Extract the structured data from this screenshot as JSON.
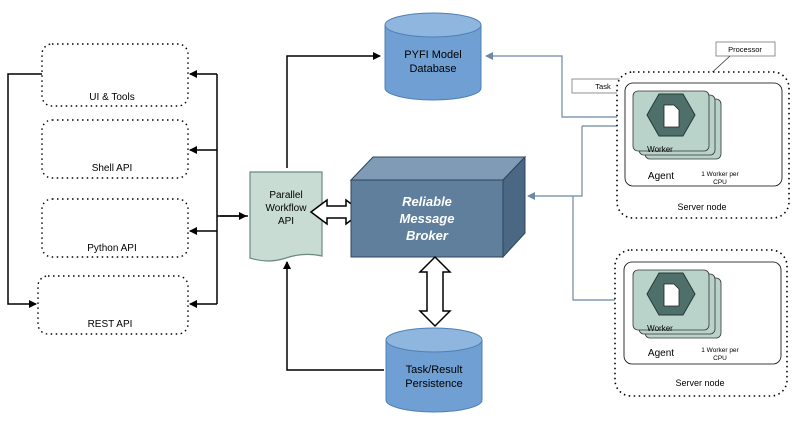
{
  "clients": {
    "ui_tools": "UI & Tools",
    "shell_api": "Shell API",
    "python_api": "Python API",
    "rest_api": "REST API"
  },
  "parallel_workflow_api": {
    "line1": "Parallel",
    "line2": "Workflow",
    "line3": "API"
  },
  "database": {
    "line1": "PYFI Model",
    "line2": "Database"
  },
  "broker": {
    "line1": "Reliable",
    "line2": "Message",
    "line3": "Broker"
  },
  "persistence": {
    "line1": "Task/Result",
    "line2": "Persistence"
  },
  "callouts": {
    "processor": "Processor",
    "task": "Task"
  },
  "server_nodes": [
    {
      "label": "Server node",
      "agent": "Agent",
      "worker": "Worker",
      "note_line1": "1 Worker per",
      "note_line2": "CPU"
    },
    {
      "label": "Server node",
      "agent": "Agent",
      "worker": "Worker",
      "note_line1": "1 Worker per",
      "note_line2": "CPU"
    }
  ],
  "colors": {
    "cylinder_fill": "#6f9fd3",
    "cylinder_top": "#8eb6df",
    "broker_front": "#5f7f9c",
    "broker_top": "#7f9bb5",
    "broker_side": "#4a6784",
    "worker_card": "#b9d2ca",
    "hexagon": "#4e6f6a",
    "api_doc": "#c8dcd4",
    "connector_blue": "#6e88a8"
  }
}
